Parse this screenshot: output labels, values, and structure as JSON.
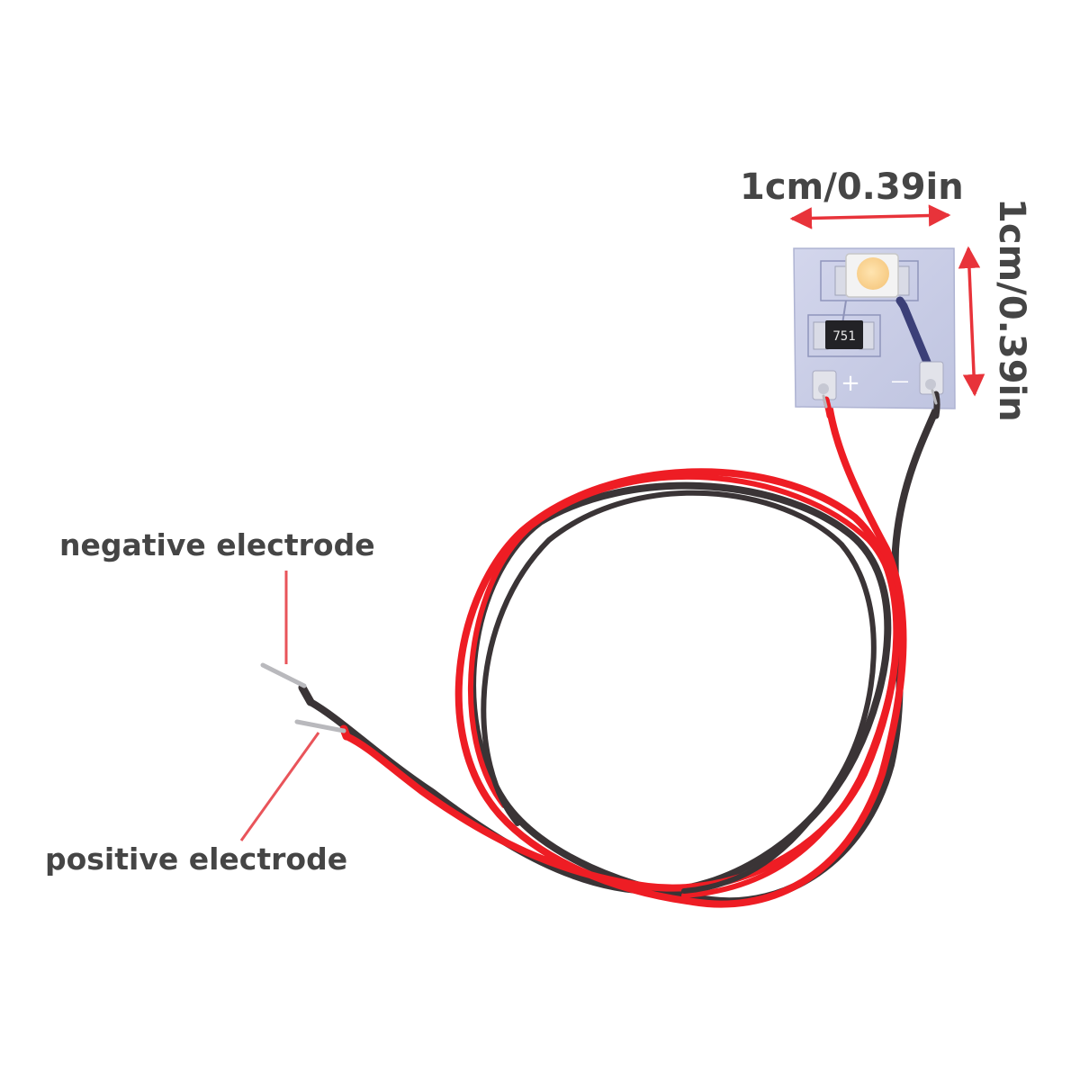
{
  "labels": {
    "width_dimension": "1cm/0.39in",
    "height_dimension": "1cm/0.39in",
    "negative": "negative electrode",
    "positive": "positive electrode"
  },
  "component": {
    "resistor_code": "751",
    "plus_sign": "+",
    "minus_sign": "—"
  },
  "colors": {
    "label_text": "#454545",
    "arrow": "#e8333a",
    "pointer_line": "#e9545a",
    "red_wire": "#ee1d24",
    "black_wire": "#3a3436",
    "pcb": "#c9cde6",
    "led": "#fbd89a"
  },
  "icons": {
    "width_arrow": "double-headed-arrow-horizontal",
    "height_arrow": "double-headed-arrow-vertical"
  }
}
